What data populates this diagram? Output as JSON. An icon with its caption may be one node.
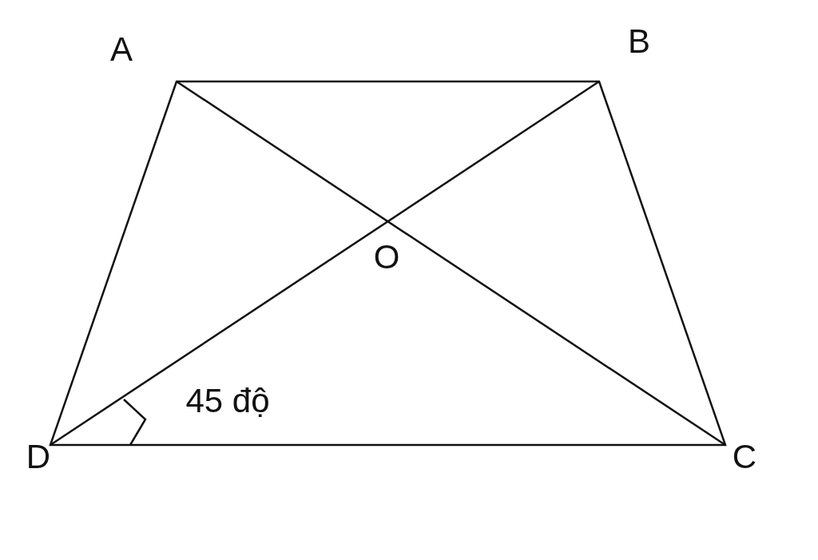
{
  "diagram": {
    "labels": [
      "A",
      "B",
      "O",
      "D",
      "C",
      "45 độ"
    ]
  }
}
